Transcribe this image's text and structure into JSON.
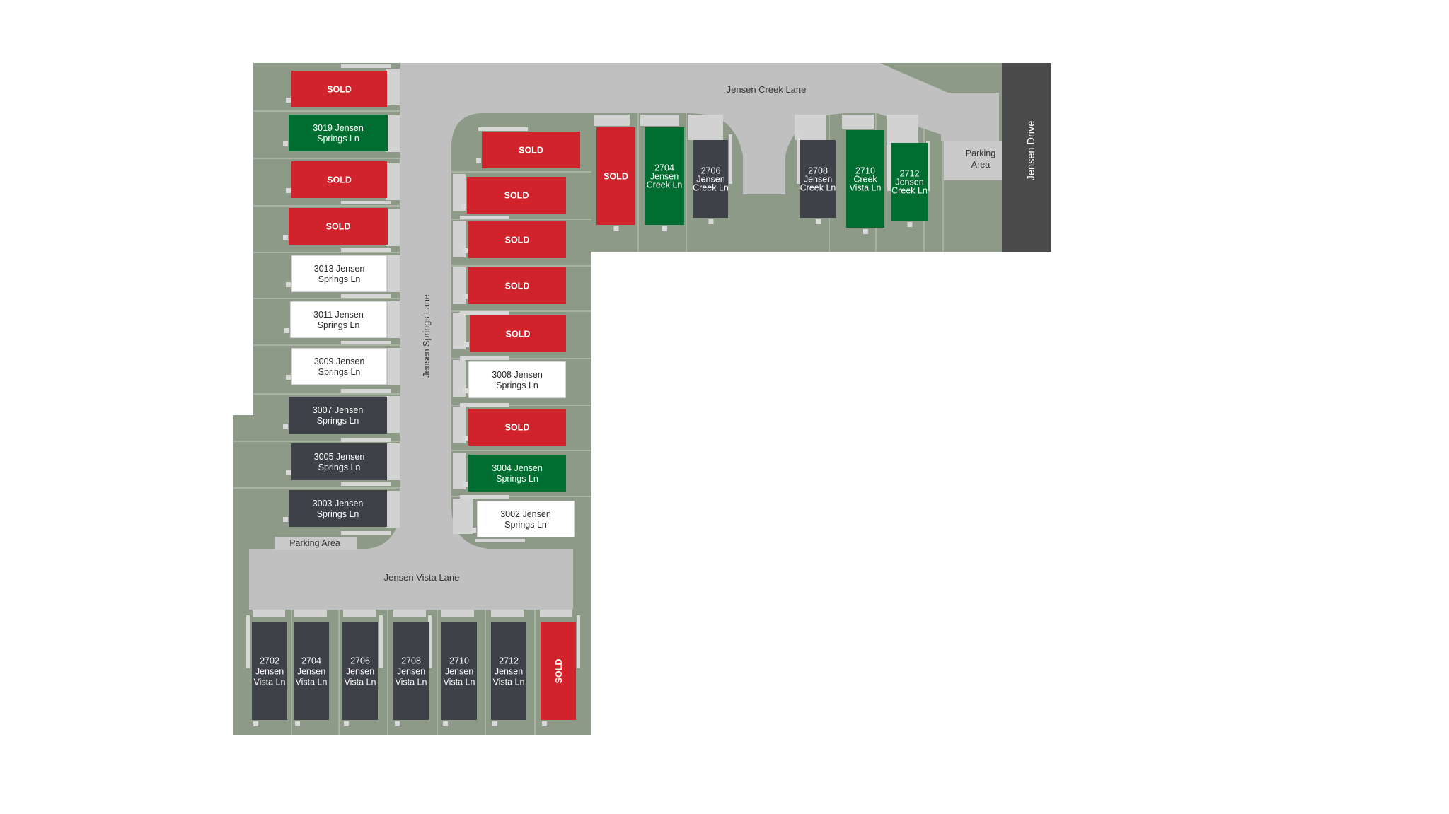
{
  "colors": {
    "grass": "#8e9a88",
    "lot_line": "#b9c2b5",
    "road": "#c0c0c0",
    "main_road": "#4b4b4b",
    "sold": "#d0232c",
    "available": "#006e30",
    "model": "#ffffff",
    "future": "#3f4148",
    "patio": "#d2d2d2",
    "fence": "#cfcfcf"
  },
  "status_legend": {
    "sold": "red fill, white text",
    "available": "green fill, white text",
    "white": "white fill, dark text",
    "dark": "charcoal fill, white text"
  },
  "streets": {
    "jensen_creek": "Jensen Creek Lane",
    "jensen_springs": "Jensen Springs Lane",
    "jensen_vista": "Jensen Vista Lane",
    "jensen_drive": "Jensen Drive"
  },
  "parking": {
    "left_label": "Parking Area",
    "right_label_line1": "Parking",
    "right_label_line2": "Area"
  },
  "lots": {
    "west_column": [
      {
        "status": "sold",
        "lines": [
          "SOLD"
        ]
      },
      {
        "status": "available",
        "lines": [
          "3019 Jensen",
          "Springs Ln"
        ]
      },
      {
        "status": "sold",
        "lines": [
          "SOLD"
        ]
      },
      {
        "status": "sold",
        "lines": [
          "SOLD"
        ]
      },
      {
        "status": "white",
        "lines": [
          "3013 Jensen",
          "Springs Ln"
        ]
      },
      {
        "status": "white",
        "lines": [
          "3011 Jensen",
          "Springs Ln"
        ]
      },
      {
        "status": "white",
        "lines": [
          "3009 Jensen",
          "Springs Ln"
        ]
      },
      {
        "status": "dark",
        "lines": [
          "3007 Jensen",
          "Springs Ln"
        ]
      },
      {
        "status": "dark",
        "lines": [
          "3005 Jensen",
          "Springs Ln"
        ]
      },
      {
        "status": "dark",
        "lines": [
          "3003 Jensen",
          "Springs Ln"
        ]
      }
    ],
    "east_column": [
      {
        "status": "sold",
        "lines": [
          "SOLD"
        ]
      },
      {
        "status": "sold",
        "lines": [
          "SOLD"
        ]
      },
      {
        "status": "sold",
        "lines": [
          "SOLD"
        ]
      },
      {
        "status": "sold",
        "lines": [
          "SOLD"
        ]
      },
      {
        "status": "sold",
        "lines": [
          "SOLD"
        ]
      },
      {
        "status": "white",
        "lines": [
          "3008 Jensen",
          "Springs Ln"
        ]
      },
      {
        "status": "sold",
        "lines": [
          "SOLD"
        ]
      },
      {
        "status": "available",
        "lines": [
          "3004 Jensen",
          "Springs Ln"
        ]
      },
      {
        "status": "white",
        "lines": [
          "3002 Jensen",
          "Springs Ln"
        ]
      }
    ],
    "creek_row": [
      {
        "status": "sold",
        "lines": [
          "SOLD"
        ]
      },
      {
        "status": "available",
        "lines": [
          "2704",
          "Jensen",
          "Creek Ln"
        ]
      },
      {
        "status": "dark",
        "lines": [
          "2706",
          "Jensen",
          "Creek Ln"
        ]
      },
      {
        "status": "dark",
        "lines": [
          "2708",
          "Jensen",
          "Creek Ln"
        ]
      },
      {
        "status": "available",
        "lines": [
          "2710",
          "Creek",
          "Vista Ln"
        ]
      },
      {
        "status": "available",
        "lines": [
          "2712",
          "Jensen",
          "Creek Ln"
        ]
      }
    ],
    "vista_row": [
      {
        "status": "dark",
        "lines": [
          "2702",
          "Jensen",
          "Vista Ln"
        ]
      },
      {
        "status": "dark",
        "lines": [
          "2704",
          "Jensen",
          "Vista Ln"
        ]
      },
      {
        "status": "dark",
        "lines": [
          "2706",
          "Jensen",
          "Vista Ln"
        ]
      },
      {
        "status": "dark",
        "lines": [
          "2708",
          "Jensen",
          "Vista Ln"
        ]
      },
      {
        "status": "dark",
        "lines": [
          "2710",
          "Jensen",
          "Vista Ln"
        ]
      },
      {
        "status": "dark",
        "lines": [
          "2712",
          "Jensen",
          "Vista Ln"
        ]
      },
      {
        "status": "sold",
        "lines": [
          "SOLD"
        ]
      }
    ]
  }
}
